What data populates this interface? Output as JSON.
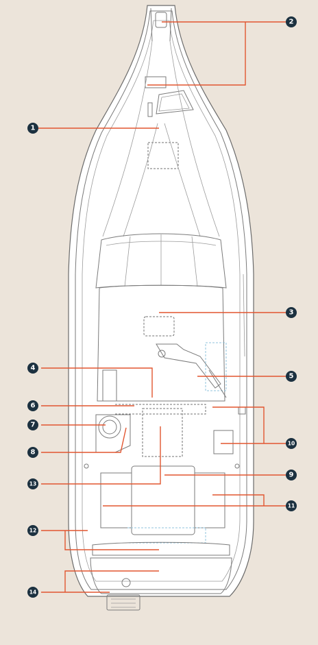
{
  "callouts": [
    "1",
    "2",
    "3",
    "4",
    "5",
    "6",
    "7",
    "8",
    "9",
    "10",
    "11",
    "12",
    "13",
    "14"
  ],
  "colors": {
    "background": "#ece4da",
    "leader_line": "#e2552f",
    "badge": "#1c3140",
    "badge_text": "#ffffff",
    "hull_outline": "#6a6a6a"
  }
}
